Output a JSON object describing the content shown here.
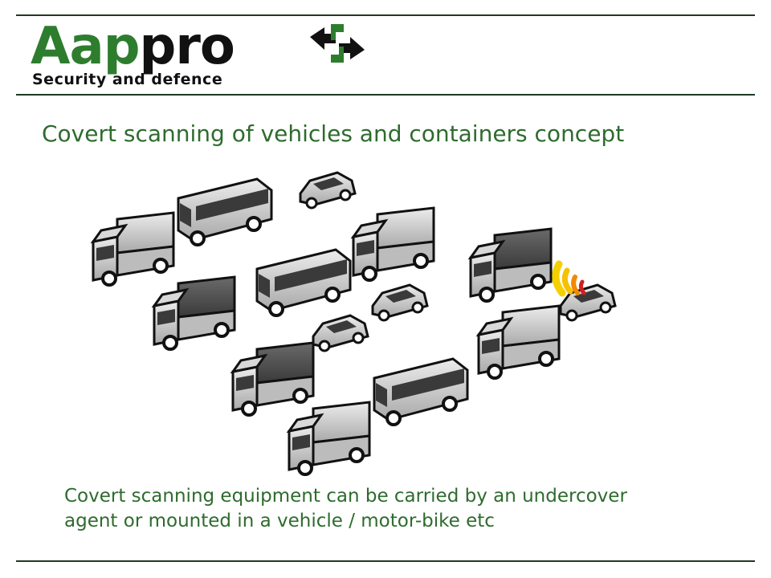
{
  "logo": {
    "word_part1": "Aap",
    "word_part2": "pro",
    "tagline": "Security and defence",
    "mark_icon": "aappro-arrows-logo-icon",
    "colors": {
      "green": "#2e7d2e",
      "dark": "#111111"
    }
  },
  "slide": {
    "title": "Covert scanning of vehicles and containers concept",
    "caption_line1": "Covert scanning equipment can be carried by an undercover",
    "caption_line2": "agent or mounted in a vehicle / motor-bike etc"
  },
  "illustration": {
    "vehicle_icons": [
      "truck-icon",
      "bus-icon",
      "car-icon"
    ],
    "scan_signal_icon": "scan-signal-icon",
    "colors": {
      "body": "#c9c9c9",
      "outline": "#111111",
      "signal_yellow": "#f4d000",
      "signal_orange": "#f08a00",
      "signal_red": "#d02020"
    }
  }
}
